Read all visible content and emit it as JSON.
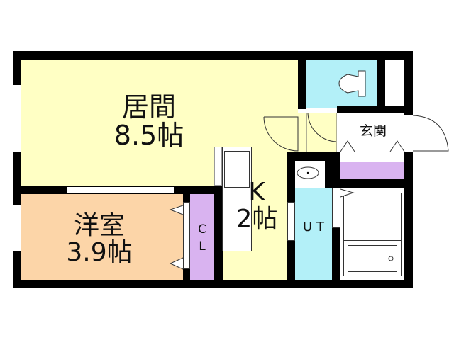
{
  "floor_plan": {
    "colors": {
      "living": "#ffffc4",
      "western_room": "#fcd5a8",
      "closet": "#d9b3f0",
      "toilet": "#b3f0f8",
      "unit_bath": "#b3f0f8",
      "storage": "#d9b3f0",
      "wall": "#000000",
      "fixture": "#ffffff"
    },
    "rooms": {
      "living": {
        "name": "居間",
        "size": "8.5帖"
      },
      "western_room": {
        "name": "洋室",
        "size": "3.9帖"
      },
      "closet": {
        "name": "C L"
      },
      "kitchen": {
        "name": "K",
        "size": "2帖"
      },
      "unit_bath": {
        "name": "U T"
      },
      "entrance": {
        "name": "玄関"
      }
    }
  }
}
